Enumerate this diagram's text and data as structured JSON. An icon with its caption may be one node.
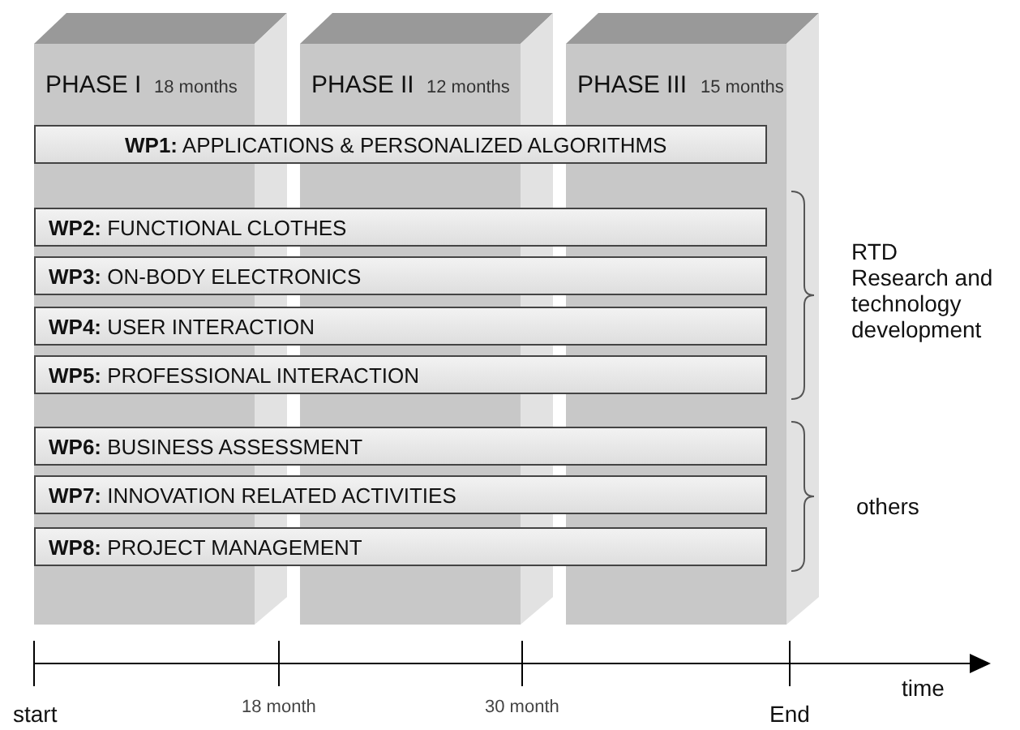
{
  "diagram": {
    "nodes": [
      {
        "text": [
          "PHASE I",
          "18 months"
        ]
      },
      {
        "text": [
          "PHASE II",
          "12 months"
        ]
      },
      {
        "text": [
          "PHASE III",
          "15 months"
        ]
      },
      {
        "text": [
          "**WP1:**  APPLICATIONS & PERSONALIZED ALGORITHMS"
        ]
      },
      {
        "text": [
          "**WP2:** FUNCTIONAL CLOTHES"
        ]
      },
      {
        "text": [
          "**WP3:** ON-BODY ELECTRONICS"
        ]
      },
      {
        "text": [
          "**WP4:** USER INTERACTION"
        ]
      },
      {
        "text": [
          "**WP5:** PROFESSIONAL INTERACTION"
        ]
      },
      {
        "text": [
          "**WP6:** BUSINESS ASSESSMENT"
        ]
      },
      {
        "text": [
          "**WP7:** INNOVATION RELATED ACTIVITIES"
        ]
      },
      {
        "text": [
          "**WP8:** PROJECT MANAGEMENT"
        ]
      }
    ],
    "labels": [
      "RTD Research and technology development",
      "others",
      "time",
      "start",
      "18 month",
      "30 month",
      "End"
    ]
  }
}
